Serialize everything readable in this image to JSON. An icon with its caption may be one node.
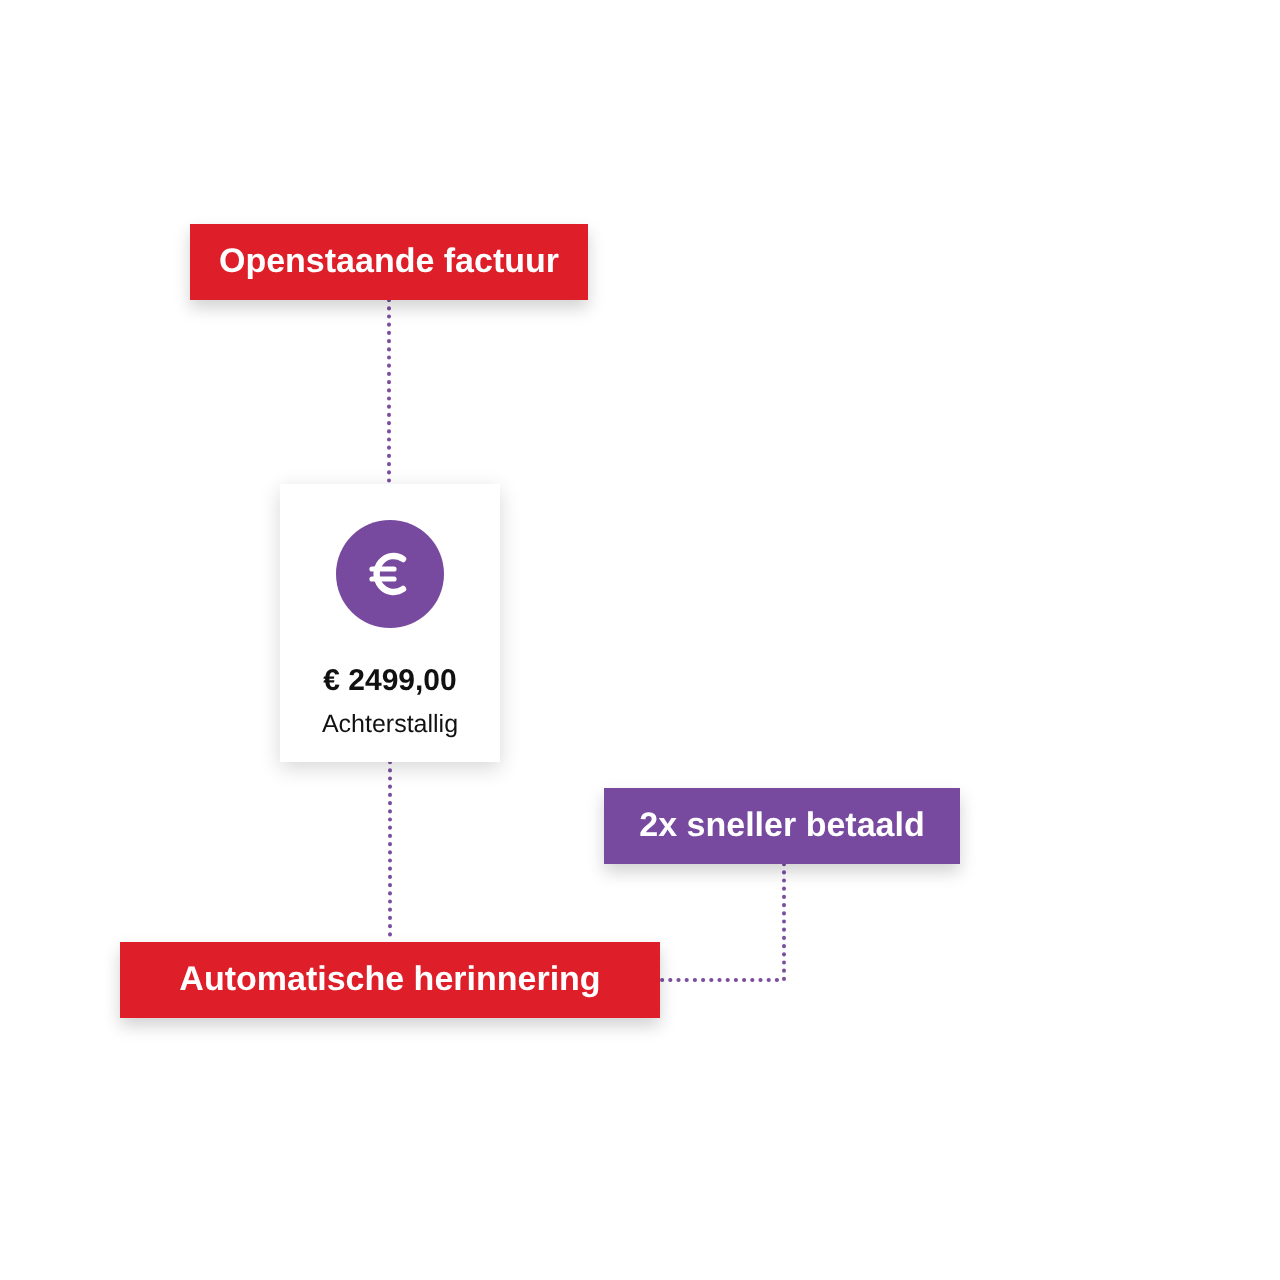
{
  "diagram": {
    "nodes": [
      {
        "text": [
          "Openstaande factuur"
        ]
      },
      {
        "text": [
          "€ 2499,00",
          "Achterstallig"
        ]
      },
      {
        "text": [
          "2x sneller betaald"
        ]
      },
      {
        "text": [
          "Automatische herinnering"
        ]
      }
    ],
    "edges": [
      {
        "from": 0,
        "to": 1,
        "arrow": "none"
      },
      {
        "from": 1,
        "to": 3,
        "arrow": "none"
      },
      {
        "from": 2,
        "to": 3,
        "arrow": "none"
      }
    ]
  }
}
